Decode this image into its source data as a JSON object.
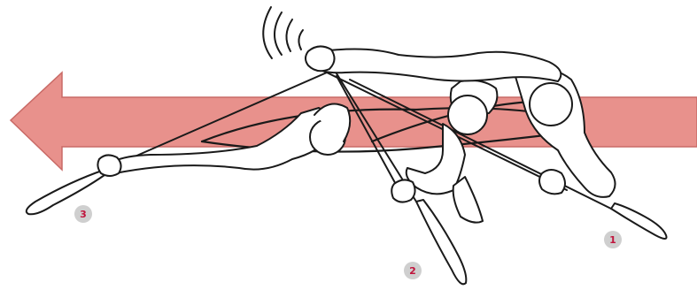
{
  "colors": {
    "arrow_fill": "#e8918c",
    "arrow_stroke": "#c96a66",
    "line_art": "#1a1a1a",
    "badge_fill": "#cfcfcf",
    "badge_text": "#c0143c"
  },
  "icons": {
    "direction_arrow": "left-arrow",
    "motion_lines": "motion-arcs-icon"
  },
  "markers": [
    {
      "id": "stroke-1",
      "label": "1"
    },
    {
      "id": "stroke-2",
      "label": "2"
    },
    {
      "id": "stroke-3",
      "label": "3"
    }
  ]
}
